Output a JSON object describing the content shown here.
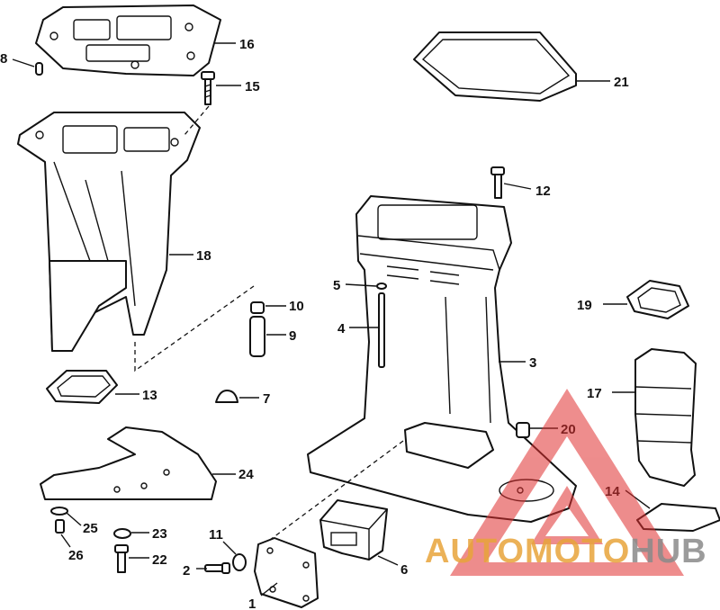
{
  "diagram": {
    "parts": [
      {
        "number": "1"
      },
      {
        "number": "2"
      },
      {
        "number": "3"
      },
      {
        "number": "4"
      },
      {
        "number": "5"
      },
      {
        "number": "6"
      },
      {
        "number": "7"
      },
      {
        "number": "8"
      },
      {
        "number": "9"
      },
      {
        "number": "10"
      },
      {
        "number": "11"
      },
      {
        "number": "12"
      },
      {
        "number": "13"
      },
      {
        "number": "14"
      },
      {
        "number": "15"
      },
      {
        "number": "16"
      },
      {
        "number": "17"
      },
      {
        "number": "18"
      },
      {
        "number": "19"
      },
      {
        "number": "20"
      },
      {
        "number": "21"
      },
      {
        "number": "22"
      },
      {
        "number": "23"
      },
      {
        "number": "24"
      },
      {
        "number": "25"
      },
      {
        "number": "26"
      }
    ]
  },
  "watermark": {
    "text_a": "AUTOMOTO",
    "text_b": "HUB",
    "colors": {
      "triangle": "#e03030",
      "text_a": "#e8a43a",
      "text_b": "#8a8a8a"
    }
  }
}
